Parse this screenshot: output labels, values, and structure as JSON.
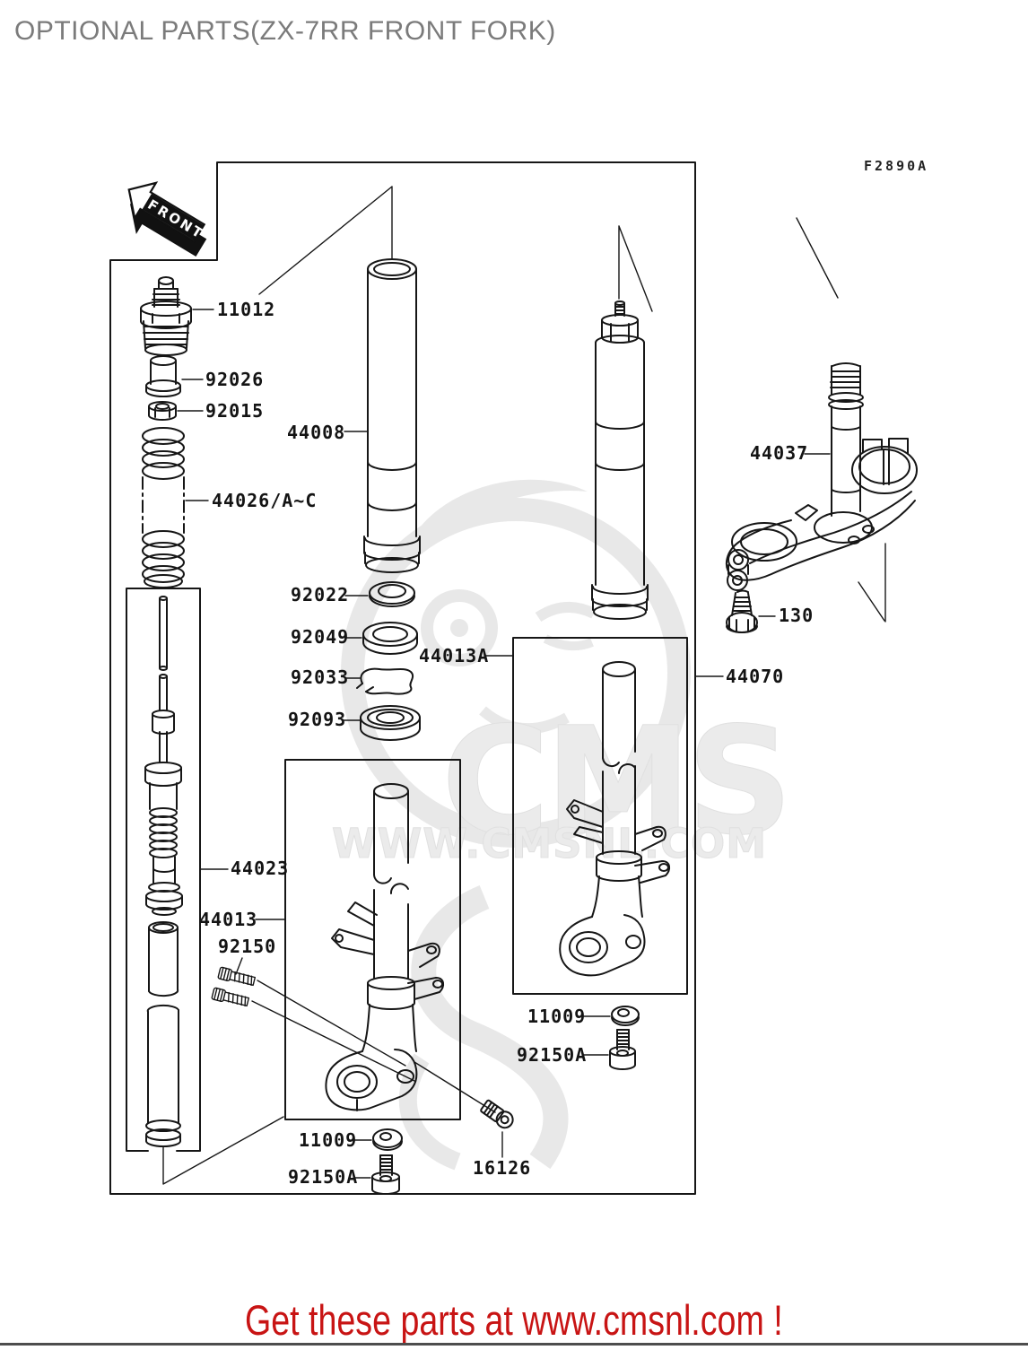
{
  "title": "OPTIONAL PARTS(ZX-7RR FRONT FORK)",
  "figure_code": "F2890A",
  "front_marker": "FRONT",
  "watermark": {
    "brand": "CMS",
    "url": "WWW.CMSNL.COM"
  },
  "footer": {
    "message": "Get these parts at www.cmsnl.com !"
  },
  "colors": {
    "line": "#161616",
    "title_gray": "#7b7b7b",
    "footer_red": "#c81414",
    "watermark_gray": "#e8e8e8",
    "background": "#ffffff"
  },
  "callouts": [
    {
      "part": "11012"
    },
    {
      "part": "92026"
    },
    {
      "part": "92015"
    },
    {
      "part": "44026/A~C"
    },
    {
      "part": "44008"
    },
    {
      "part": "92022"
    },
    {
      "part": "92049"
    },
    {
      "part": "92033"
    },
    {
      "part": "92093"
    },
    {
      "part": "44013A"
    },
    {
      "part": "44023"
    },
    {
      "part": "44013"
    },
    {
      "part": "92150"
    },
    {
      "part": "11009"
    },
    {
      "part": "92150A"
    },
    {
      "part": "16126"
    },
    {
      "part": "11009"
    },
    {
      "part": "92150A"
    },
    {
      "part": "44070"
    },
    {
      "part": "44037"
    },
    {
      "part": "130"
    }
  ]
}
